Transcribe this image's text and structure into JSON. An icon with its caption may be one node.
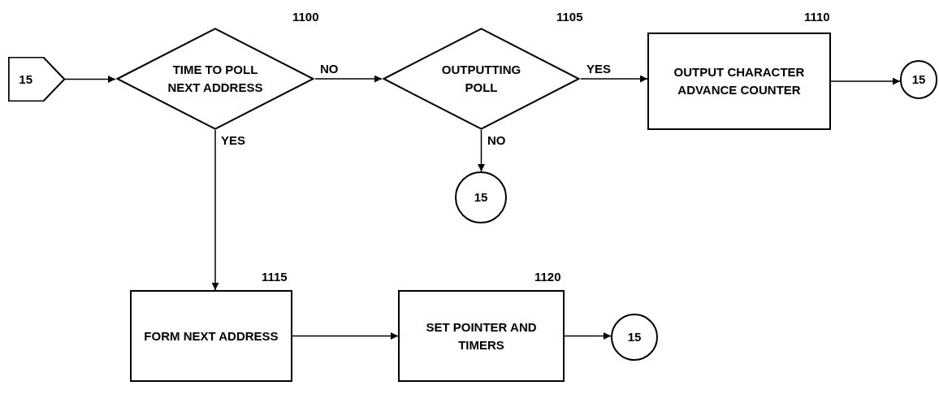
{
  "diagram": {
    "nodes": [
      {
        "text": [
          "15"
        ]
      },
      {
        "text": [
          "TIME TO POLL NEXT ADDRESS"
        ],
        "beside": [
          "1100"
        ]
      },
      {
        "text": [
          "OUTPUTTING POLL"
        ],
        "beside": [
          "1105"
        ]
      },
      {
        "text": [
          "OUTPUT CHARACTER ADVANCE COUNTER"
        ],
        "beside": [
          "1110"
        ]
      },
      {
        "text": [
          "15"
        ]
      },
      {
        "text": [
          "15"
        ]
      },
      {
        "text": [
          "FORM NEXT ADDRESS"
        ],
        "beside": [
          "1115"
        ]
      },
      {
        "text": [
          "SET POINTER AND TIMERS"
        ],
        "beside": [
          "1120"
        ]
      },
      {
        "text": [
          "15"
        ]
      }
    ],
    "edges": [
      {
        "from": 0,
        "to": 1,
        "arrow": "to"
      },
      {
        "from": 1,
        "to": 2,
        "arrow": "to",
        "label": "NO"
      },
      {
        "from": 2,
        "to": 3,
        "arrow": "to",
        "label": "YES"
      },
      {
        "from": 3,
        "to": 4,
        "arrow": "to"
      },
      {
        "from": 2,
        "to": 5,
        "arrow": "to",
        "label": "NO"
      },
      {
        "from": 1,
        "to": 6,
        "arrow": "to",
        "label": "YES"
      },
      {
        "from": 6,
        "to": 7,
        "arrow": "to"
      },
      {
        "from": 7,
        "to": 8,
        "arrow": "to"
      }
    ]
  }
}
